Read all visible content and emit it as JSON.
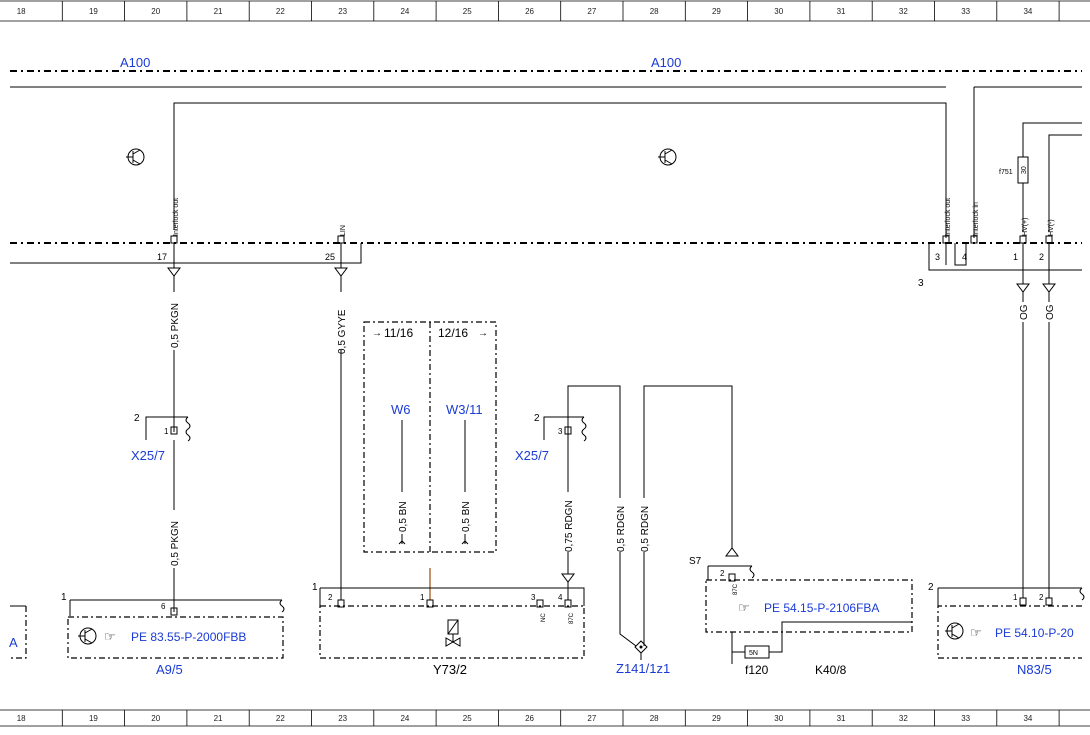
{
  "ruler": {
    "columns": [
      "18",
      "19",
      "20",
      "21",
      "22",
      "23",
      "24",
      "25",
      "26",
      "27",
      "28",
      "29",
      "30",
      "31",
      "32",
      "33",
      "34"
    ]
  },
  "bus": {
    "left_label": "A100",
    "mid_label": "A100"
  },
  "module_pins": {
    "interlock_out_left": "Interlock out",
    "lin": "LIN",
    "interlock_out_right": "Interlock out",
    "interlock_in": "Interlock in",
    "hv_plus": "HV(+)",
    "hv_minus": "HV(-)",
    "pin17": "17",
    "pin25": "25",
    "pin3": "3",
    "pin4": "4",
    "pin1": "1",
    "pin2": "2",
    "conn_number": "3"
  },
  "fuse": {
    "label": "f751",
    "value": "30"
  },
  "wires": {
    "w1_top": "0,5 PKGN",
    "w1_bottom": "0,5 PKGN",
    "w2": "0,5 GYYE",
    "w6": "0,5 BN",
    "w311": "0,5 BN",
    "w_rdgn_075": "0,75 RDGN",
    "w_rdgn_a": "0,5 RDGN",
    "w_rdgn_b": "0,5 RDGN",
    "og_a": "OG",
    "og_b": "OG"
  },
  "connectors": {
    "x25_left": {
      "label": "X25/7",
      "num": "2",
      "pin": "1"
    },
    "x25_right": {
      "label": "X25/7",
      "num": "2",
      "pin": "3"
    }
  },
  "refs": {
    "ref_left": "11/16",
    "ref_right": "12/16",
    "w6_label": "W6",
    "w311_label": "W3/11"
  },
  "components": {
    "a95": {
      "label": "A9/5",
      "ref": "PE 83.55-P-2000FBB",
      "num": "1",
      "pin": "6"
    },
    "y732": {
      "label": "Y73/2",
      "num": "1",
      "pin2": "2",
      "pin1": "1",
      "pin3": "3",
      "pin4": "4",
      "nc": "NC",
      "p87c": "87C"
    },
    "z141": {
      "label": "Z141/1z1"
    },
    "k408": {
      "label": "K40/8",
      "ref": "PE 54.15-P-2106FBA",
      "s7": "S7",
      "pin2": "2",
      "p87c": "87C",
      "fuse": "f120",
      "fuse_val": "5N"
    },
    "n835": {
      "label": "N83/5",
      "ref": "PE 54.10-P-20",
      "num": "2",
      "pin1": "1",
      "pin2": "2"
    },
    "left_partial": {
      "label": "A"
    }
  },
  "icons": {
    "transistor": "transistor-icon",
    "hand": "pointing-hand-icon",
    "valve": "solenoid-valve-icon"
  }
}
